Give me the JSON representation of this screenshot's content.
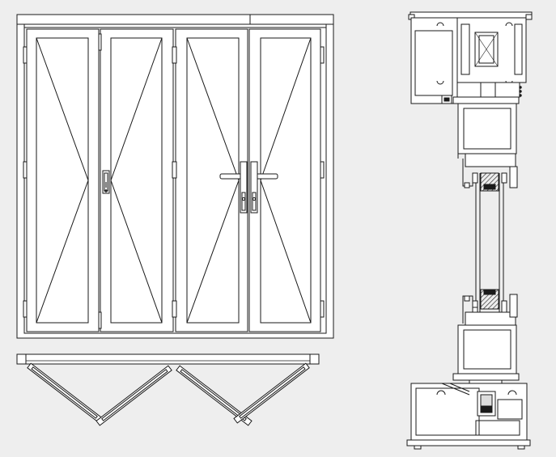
{
  "drawing": {
    "background": "#eeeeee",
    "line_color": "#1a1a1a",
    "fill_white": "#ffffff",
    "hatch_color": "#333333"
  },
  "views": {
    "elevation": {
      "panel_count": 4,
      "handle_count": 3
    },
    "plan": {
      "leaf_count": 4
    },
    "section": {
      "glazing": "double"
    }
  }
}
